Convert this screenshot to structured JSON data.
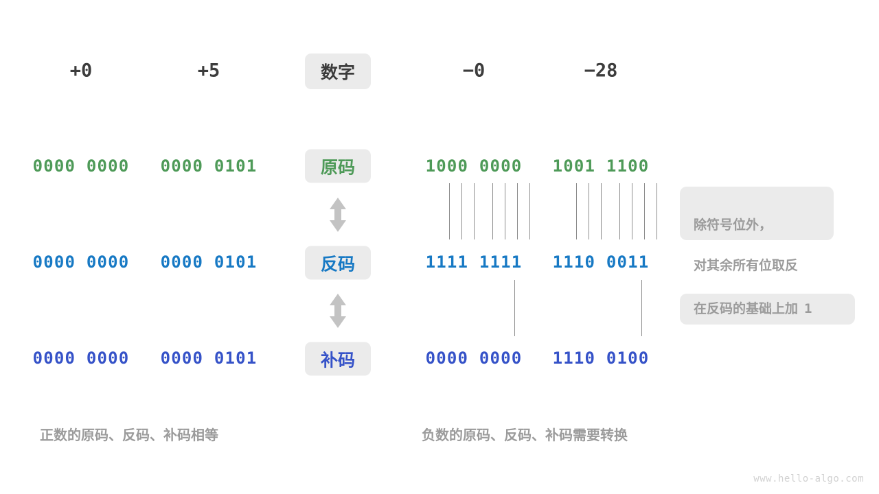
{
  "meta": {
    "watermark": "www.hello-algo.com",
    "colors": {
      "green": "#4e9a58",
      "blue": "#1779c4",
      "indigo": "#3552c8",
      "gray_text": "#9b9b9b",
      "chip_bg": "#ebebeb",
      "line": "#8c8c8c",
      "dark_text": "#3c3c3c"
    }
  },
  "header": {
    "numbers": [
      "+0",
      "+5",
      "−0",
      "−28"
    ],
    "label": "数字"
  },
  "rows": [
    {
      "label": "原码",
      "color": "green",
      "values": [
        "0000 0000",
        "0000 0101",
        "1000 0000",
        "1001 1100"
      ]
    },
    {
      "label": "反码",
      "color": "blue",
      "values": [
        "0000 0000",
        "0000 0101",
        "1111 1111",
        "1110 0011"
      ]
    },
    {
      "label": "补码",
      "color": "indigo",
      "values": [
        "0000 0000",
        "0000 0101",
        "0000 0000",
        "1110 0100"
      ]
    }
  ],
  "arrows": [
    {
      "name": "arrow-yuanma-to-fanma"
    },
    {
      "name": "arrow-fanma-to-buma"
    }
  ],
  "notes": [
    {
      "line1": "除符号位外，",
      "line2": "对其余所有位取反"
    },
    {
      "text_before": "在反码的基础上加",
      "value": "1"
    }
  ],
  "captions": {
    "left": "正数的原码、反码、补码相等",
    "right": "负数的原码、反码、补码需要转换"
  }
}
